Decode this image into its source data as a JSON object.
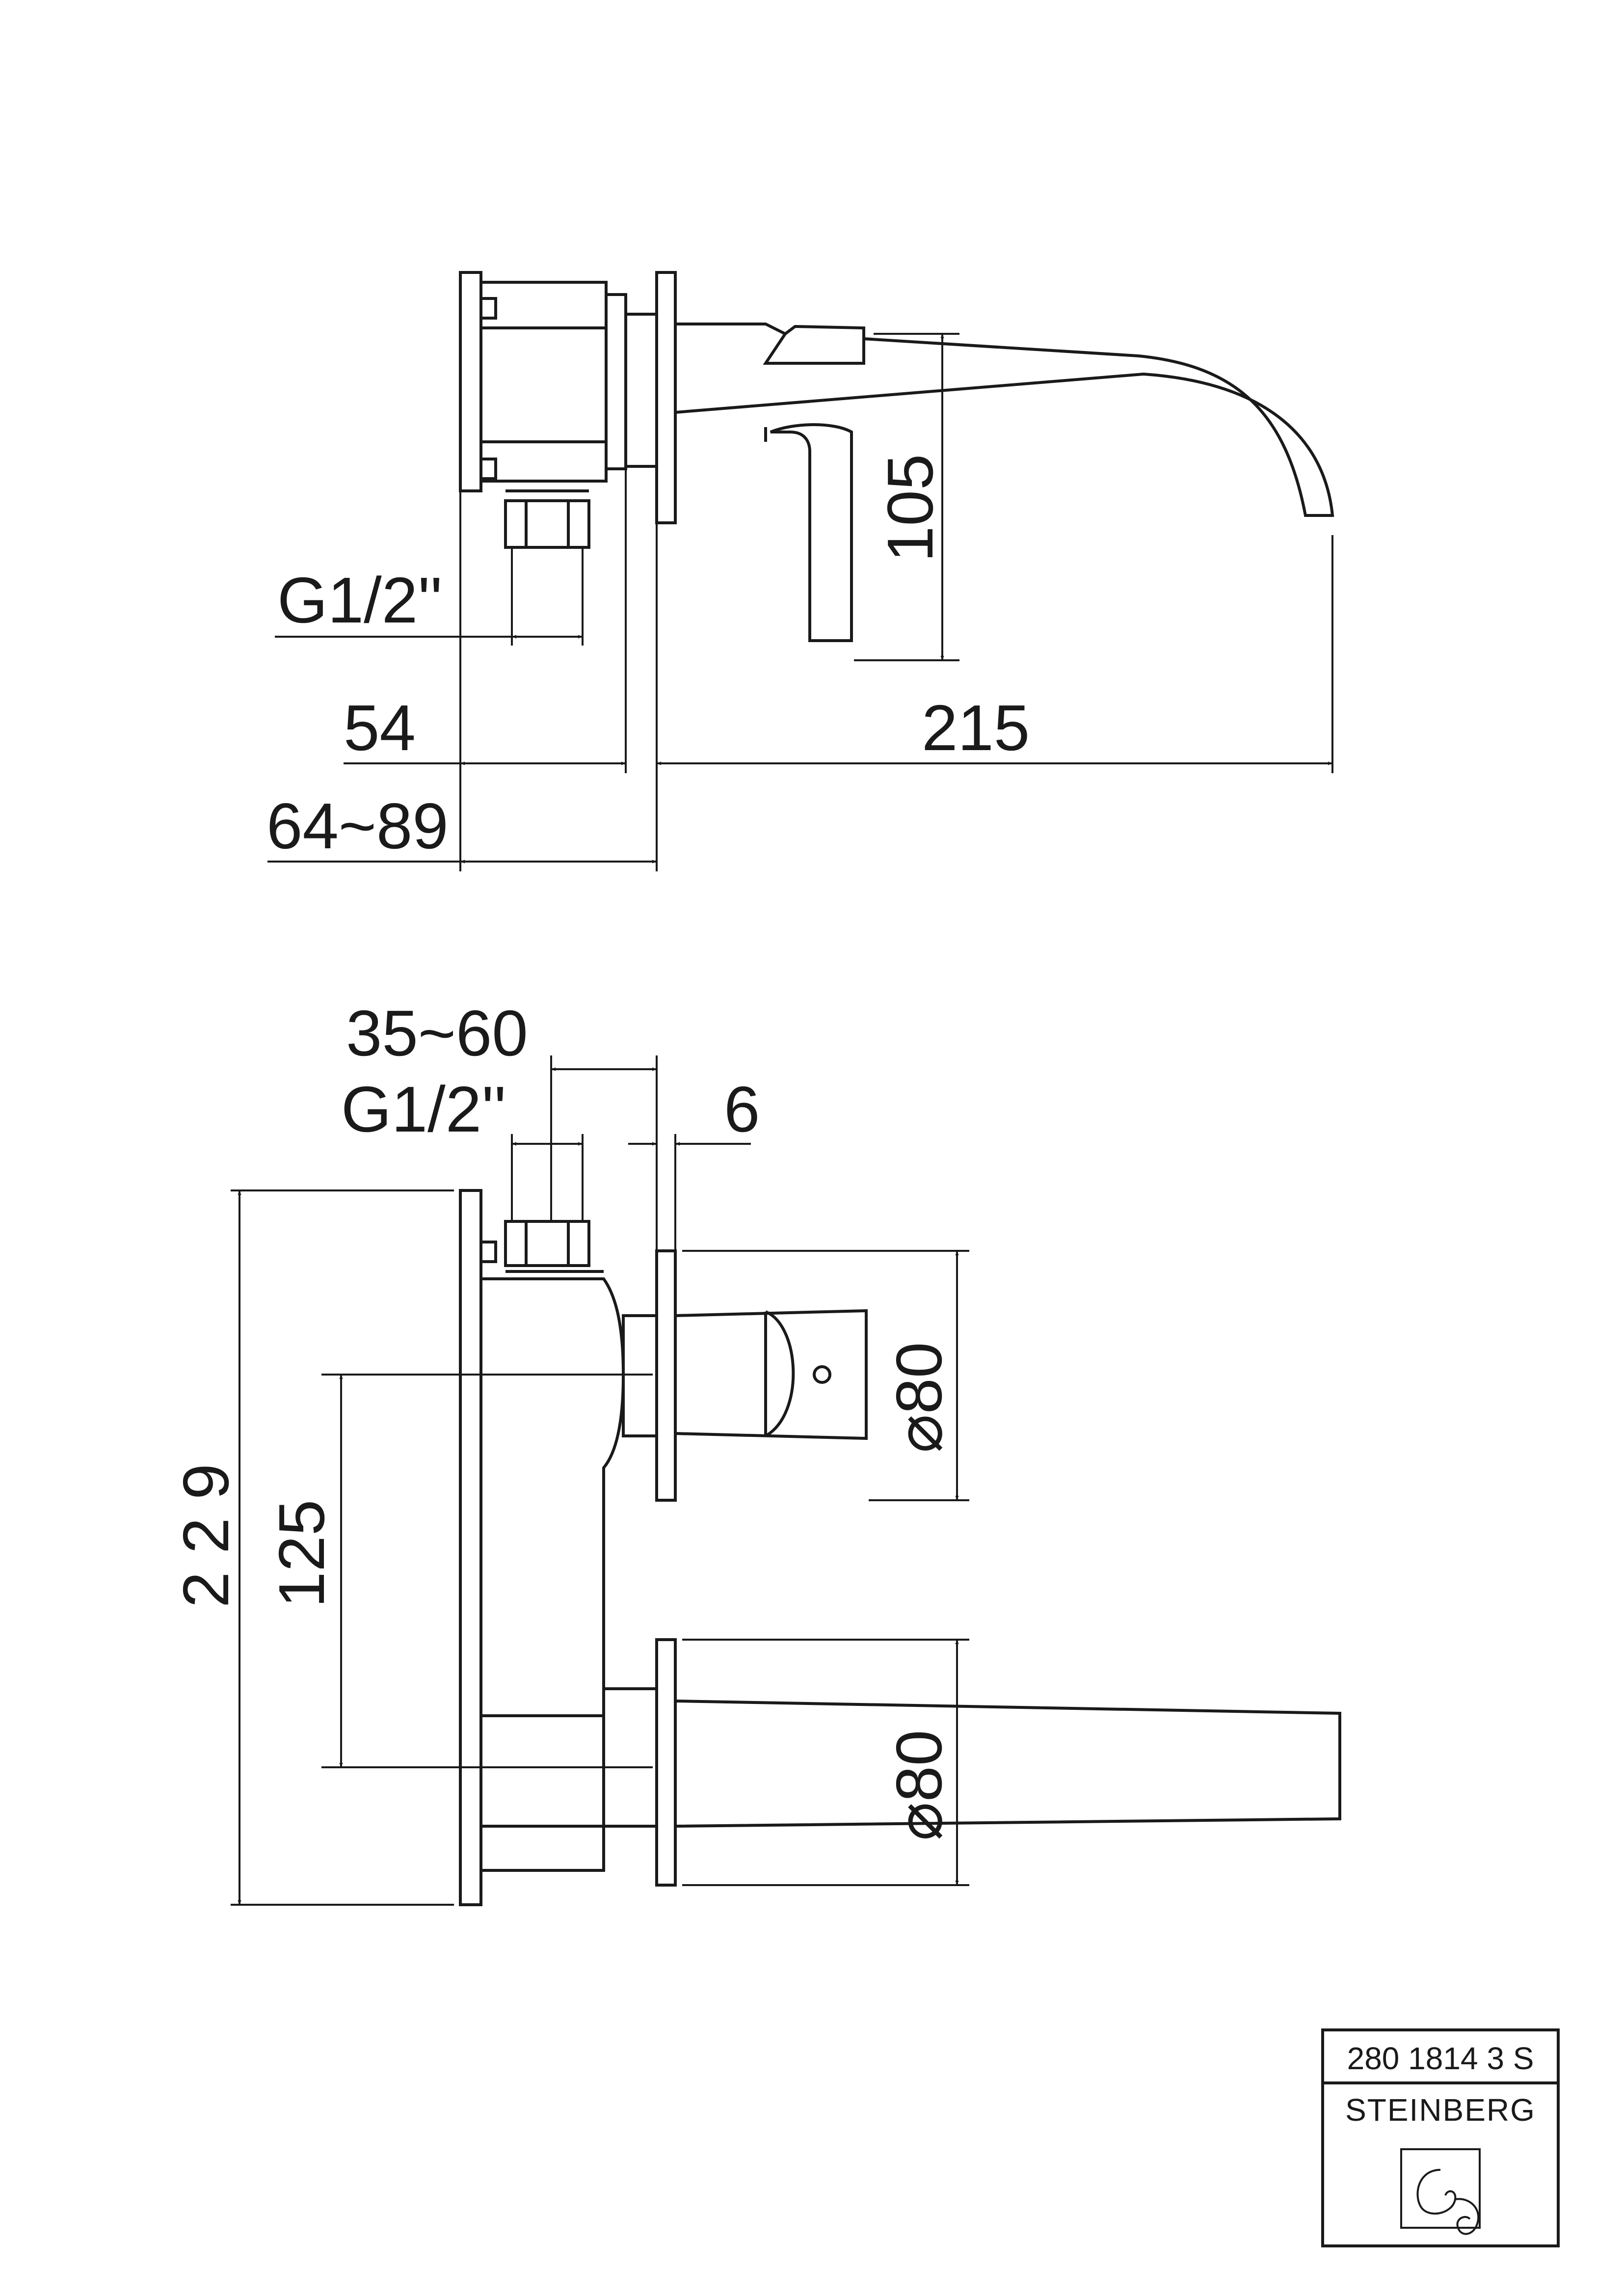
{
  "side_view": {
    "thread_label": "G1/2''",
    "depth_54": "54",
    "projection_215": "215",
    "height_105": "105",
    "wall_range": "64~89"
  },
  "front_view": {
    "wall_range": "35~60",
    "thread_label": "G1/2''",
    "rosette_thickness": "6",
    "overall_height": "2 2 9",
    "center_distance": "125",
    "handle_rosette_diameter": "⌀80",
    "spout_rosette_diameter": "⌀80"
  },
  "title_block": {
    "article_number": "280 1814 3 S",
    "brand": "STEINBERG"
  }
}
